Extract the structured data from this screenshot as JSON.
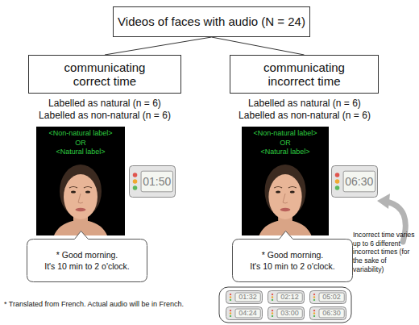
{
  "diagram": {
    "nodes": [
      {
        "text": [
          "Videos of faces with audio (N = 24)"
        ]
      },
      {
        "text": [
          "communicating correct time"
        ]
      },
      {
        "text": [
          "communicating incorrect time"
        ]
      },
      {
        "text": [
          "<Non-natural label>",
          "OR",
          "<Natural label>"
        ]
      },
      {
        "text": [
          "01:50"
        ]
      },
      {
        "text": [
          "<Non-natural label>",
          "OR",
          "<Natural label>"
        ]
      },
      {
        "text": [
          "06:30"
        ]
      },
      {
        "text": [
          "* Good morning.",
          "It's 10 min to 2 o'clock."
        ]
      },
      {
        "text": [
          "* Good morning.",
          "It's 10 min to 2 o'clock."
        ]
      },
      {
        "text": [
          "01:32"
        ]
      },
      {
        "text": [
          "02:12"
        ]
      },
      {
        "text": [
          "05:02"
        ]
      },
      {
        "text": [
          "04:24"
        ]
      },
      {
        "text": [
          "03:00"
        ]
      },
      {
        "text": [
          "06:30"
        ]
      }
    ],
    "edges": [
      {
        "from": 0,
        "to": 1,
        "arrow": "none"
      },
      {
        "from": 0,
        "to": 2,
        "arrow": "none"
      }
    ],
    "labels": [
      "Labelled as natural (n = 6)",
      "Labelled as non-natural (n = 6)",
      "Labelled as natural (n = 6)",
      "Labelled as non-natural (n = 6)",
      "Incorrect time varies up to 6 different incorrect times (for the sake of variability)",
      "* Translated from French. Actual audio will be in French."
    ]
  }
}
